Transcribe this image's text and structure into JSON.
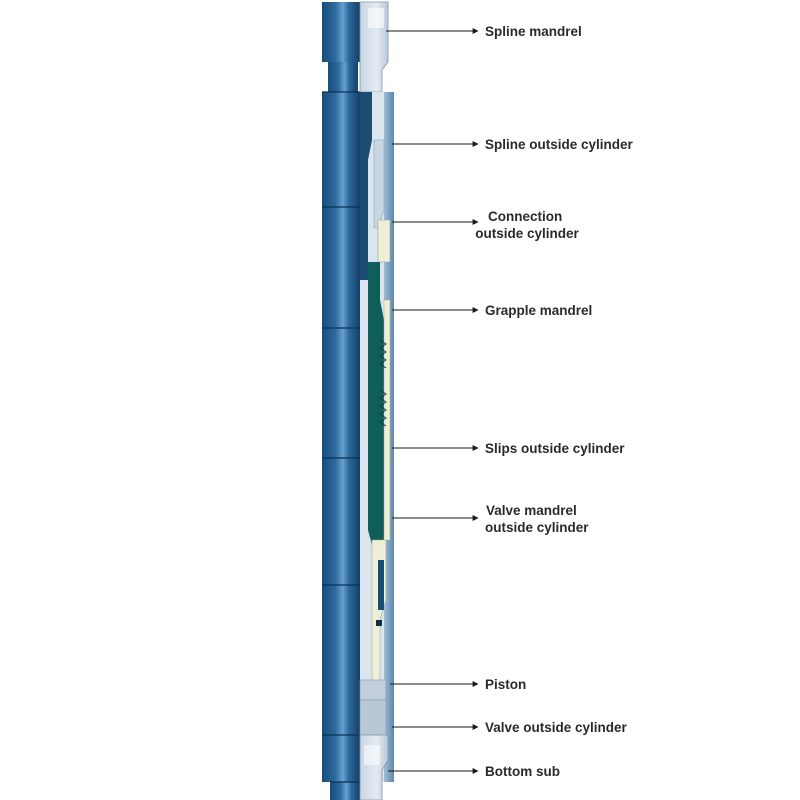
{
  "labels": [
    {
      "id": "spline-mandrel",
      "lines": [
        "Spline mandrel"
      ]
    },
    {
      "id": "spline-outside-cylinder",
      "lines": [
        "Spline outside cylinder"
      ]
    },
    {
      "id": "connection-outside-cylinder",
      "lines": [
        "Connection",
        "outside cylinder"
      ]
    },
    {
      "id": "grapple-mandrel",
      "lines": [
        "Grapple mandrel"
      ]
    },
    {
      "id": "slips-outside-cylinder",
      "lines": [
        "Slips outside cylinder"
      ]
    },
    {
      "id": "valve-mandrel-outside-cylinder",
      "lines": [
        "Valve mandrel",
        "outside cylinder"
      ]
    },
    {
      "id": "piston",
      "lines": [
        "Piston"
      ]
    },
    {
      "id": "valve-outside-cylinder",
      "lines": [
        "Valve outside cylinder"
      ]
    },
    {
      "id": "bottom-sub",
      "lines": [
        "Bottom sub"
      ]
    }
  ],
  "colors": {
    "tool_body": "#1f5a8c",
    "tool_highlight": "#5b93c4",
    "tool_shadow": "#123c63",
    "section_light": "#d7e2ec",
    "section_cream": "#efefd8",
    "section_teal": "#0f5e5a",
    "section_dark": "#143d4d",
    "leader": "#1a1a1a",
    "text": "#2a2a2a"
  }
}
